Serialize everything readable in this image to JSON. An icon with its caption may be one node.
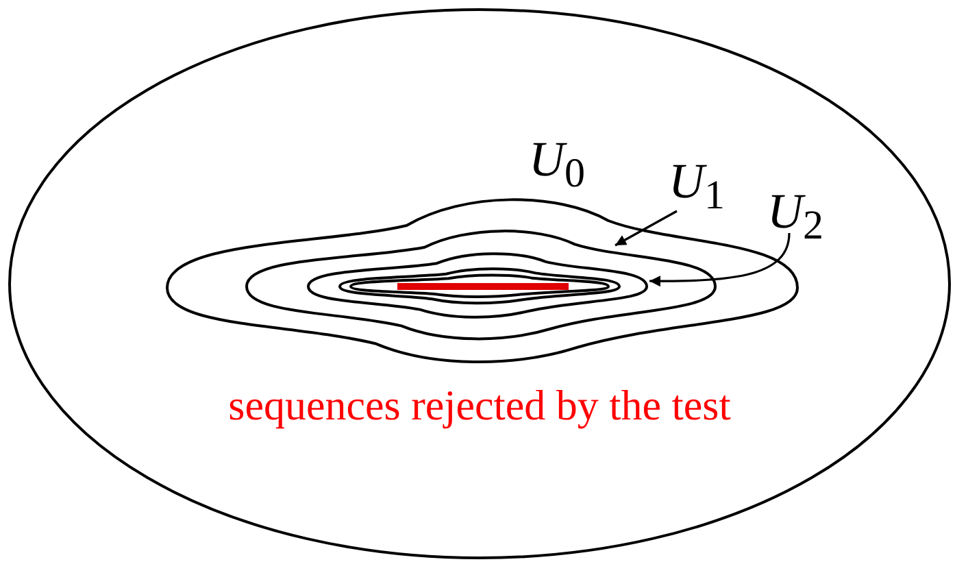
{
  "diagram": {
    "nodes": [
      {
        "text": [
          "*U*$_{1}$"
        ]
      },
      {
        "text": [],
        "shape": "contour"
      },
      {
        "text": [
          "*U*$_{2}$"
        ]
      },
      {
        "text": [],
        "shape": "contour",
        "in": 1
      }
    ],
    "edges": [
      {
        "from": 0,
        "to": 1,
        "arrow": "to"
      },
      {
        "from": 2,
        "to": 3,
        "arrow": "to"
      }
    ],
    "labels": [
      "*U*$_{0}$",
      "sequences rejected by the test"
    ]
  }
}
